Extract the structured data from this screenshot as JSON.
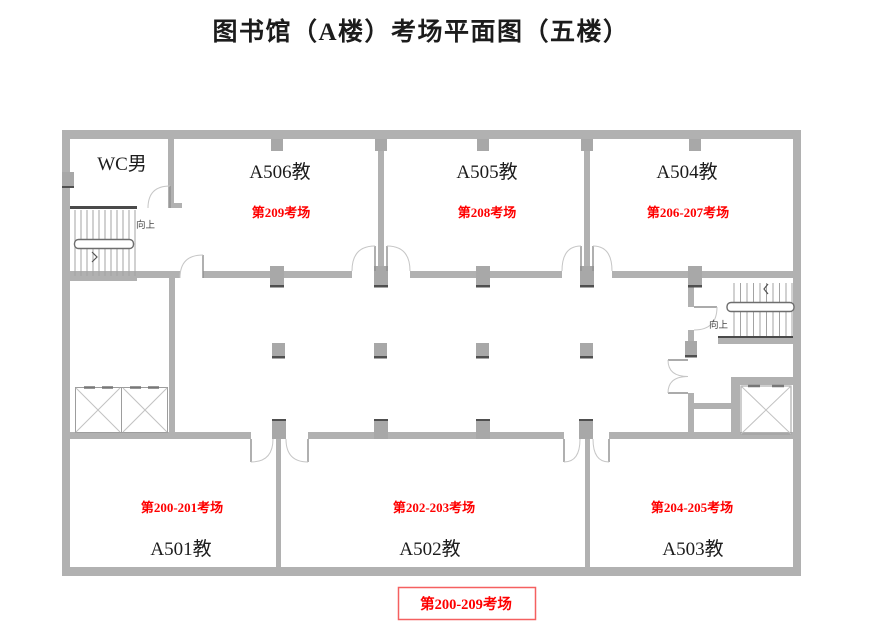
{
  "title": "图书馆（A楼）考场平面图（五楼）",
  "floor_badge": "第200-209考场",
  "rooms": {
    "top": [
      {
        "name": "A506教",
        "exam": "第209考场"
      },
      {
        "name": "A505教",
        "exam": "第208考场"
      },
      {
        "name": "A504教",
        "exam": "第206-207考场"
      }
    ],
    "bottom": [
      {
        "name": "A501教",
        "exam": "第200-201考场"
      },
      {
        "name": "A502教",
        "exam": "第202-203考场"
      },
      {
        "name": "A503教",
        "exam": "第204-205考场"
      }
    ]
  },
  "facilities": {
    "wc_label": "WC男",
    "stairs_up_left": "向上",
    "stairs_up_right": "向上"
  },
  "colors": {
    "wall": "#b1b1b1",
    "pillar": "#a8a8a8",
    "exam_red": "#fe0000",
    "badge_border": "#f56060",
    "text_black": "#1c1c1c"
  }
}
